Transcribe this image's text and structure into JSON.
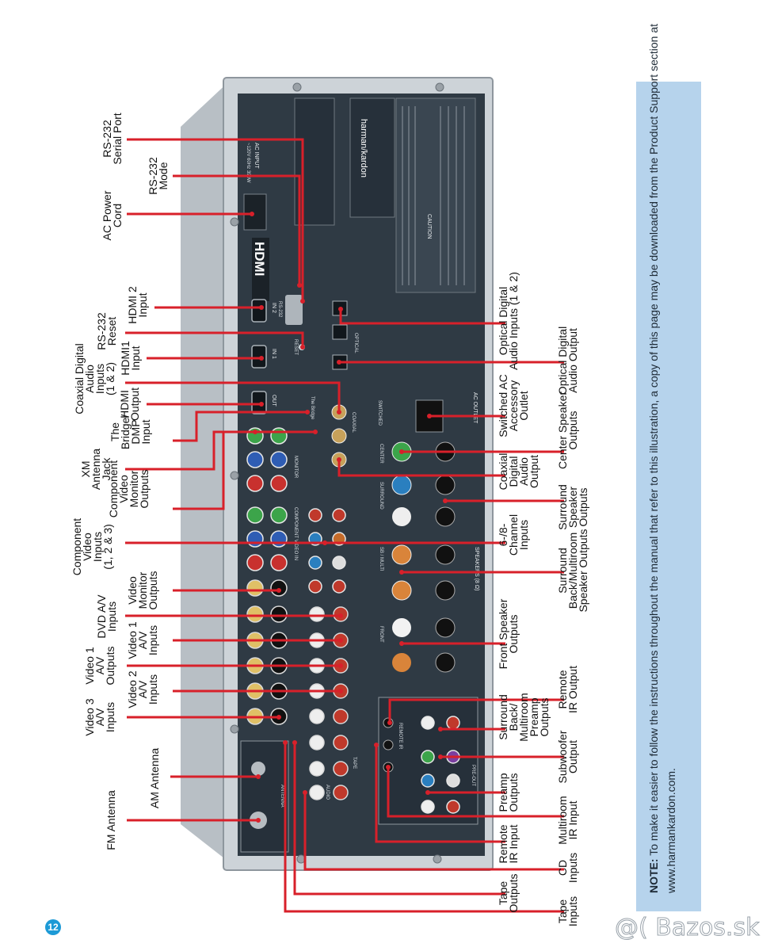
{
  "labels": {
    "rs232_serial_port": [
      "RS-232",
      "Serial Port"
    ],
    "rs232_mode": [
      "RS-232",
      "Mode"
    ],
    "ac_power_cord": [
      "AC Power",
      "Cord"
    ],
    "hdmi2_input": [
      "HDMI 2",
      "Input"
    ],
    "rs232_reset": [
      "RS-232",
      "Reset"
    ],
    "hdmi1_input": [
      "HDMI1",
      "Input"
    ],
    "coaxial_digital_inputs": [
      "Coaxial Digital",
      "Audio",
      "Inputs",
      "(1 & 2)"
    ],
    "hdmi_output": [
      "HDMI",
      "Output"
    ],
    "bridge_dmp_input": [
      "The",
      "Bridge/",
      "DMP",
      "Input"
    ],
    "xm_antenna_jack": [
      "XM",
      "Antenna",
      "Jack"
    ],
    "component_monitor_outputs": [
      "Component",
      "Video",
      "Monitor",
      "Outputs"
    ],
    "component_video_inputs": [
      "Component",
      "Video",
      "Inputs",
      "(1, 2 & 3)"
    ],
    "video_monitor_outputs": [
      "Video",
      "Monitor",
      "Outputs"
    ],
    "dvd_av_inputs": [
      "DVD A/V",
      "Inputs"
    ],
    "video1_av_inputs": [
      "Video 1",
      "A/V",
      "Inputs"
    ],
    "video1_av_outputs": [
      "Video 1",
      "A/V",
      "Outputs"
    ],
    "video2_av_inputs": [
      "Video 2",
      "A/V",
      "Inputs"
    ],
    "video3_av_inputs": [
      "Video 3",
      "A/V",
      "Inputs"
    ],
    "am_antenna": [
      "AM Antenna"
    ],
    "fm_antenna": [
      "FM Antenna"
    ],
    "optical_digital_inputs": [
      "Optical Digital",
      "Audio Inputs (1 & 2)"
    ],
    "optical_digital_output": [
      "Optical Digital",
      "Audio Output"
    ],
    "switched_ac_outlet": [
      "Switched AC",
      "Accessory",
      "Outlet"
    ],
    "center_speaker_outputs": [
      "Center Speaker",
      "Outputs"
    ],
    "coaxial_digital_output": [
      "Coaxial",
      "Digital",
      "Audio",
      "Output"
    ],
    "surround_speaker_outputs": [
      "Surround",
      "Speaker",
      "Outputs"
    ],
    "six_eight_channel_inputs": [
      "6-/8-",
      "Channel",
      "Inputs"
    ],
    "surround_back_speaker_outputs": [
      "Surround",
      "Back/Multiroom",
      "Speaker Outputs"
    ],
    "front_speaker_outputs": [
      "Front Speaker",
      "Outputs"
    ],
    "remote_ir_output": [
      "Remote",
      "IR Output"
    ],
    "surround_back_preamp_outputs": [
      "Surround",
      "Back/",
      "Multiroom",
      "Preamp",
      "Outputs"
    ],
    "subwoofer_output": [
      "Subwoofer",
      "Output"
    ],
    "preamp_outputs": [
      "Preamp",
      "Outputs"
    ],
    "multiroom_ir_input": [
      "Multiroom",
      "IR Input"
    ],
    "remote_ir_input": [
      "Remote",
      "IR Input"
    ],
    "cd_inputs": [
      "CD",
      "Inputs"
    ],
    "tape_outputs": [
      "Tape",
      "Outputs"
    ],
    "tape_inputs": [
      "Tape",
      "Inputs"
    ]
  },
  "panel": {
    "hdmi_logo": "HDMI",
    "brand": "harman/kardon",
    "ac_input": "AC INPUT",
    "ac_input_spec": "~120V 60Hz 390W",
    "optical": "OPTICAL",
    "coaxial": "COAXIAL",
    "ac_outlet": "AC OUTLET",
    "switched": "SWITCHED",
    "speakers": "SPEAKERS (8 Ω)",
    "front": "FRONT",
    "surround": "SURROUND",
    "center": "CENTER",
    "sb_multi": "SB / MULTI",
    "component_video_in": "COMPONENT VIDEO IN",
    "monitor": "MONITOR",
    "antenna": "ANTENNA",
    "audio": "AUDIO",
    "tape": "TAPE",
    "pre_out": "PRE-OUT",
    "remote_ir": "REMOTE IR",
    "caution": "CAUTION",
    "rs232": "RS-232",
    "reset": "RESET",
    "the_bridge": "The Bridge",
    "out": "OUT",
    "in": "IN",
    "in1": "IN 1",
    "in2": "IN 2"
  },
  "note": {
    "bold": "NOTE:",
    "line1": " To make it easier to follow the instructions throughout the manual that refer to this illustration, a copy of this page may be downloaded from the Product Support section at",
    "line2": "www.harmankardon.com."
  },
  "page_number": "12",
  "watermark": "@( Bazos.sk",
  "colors": {
    "leader": "#d8202a",
    "panel": "#2f3a44",
    "chassis": "#c9cfd4",
    "note_bg": "#b6d3ec",
    "page_badge": "#1d9ad6"
  }
}
